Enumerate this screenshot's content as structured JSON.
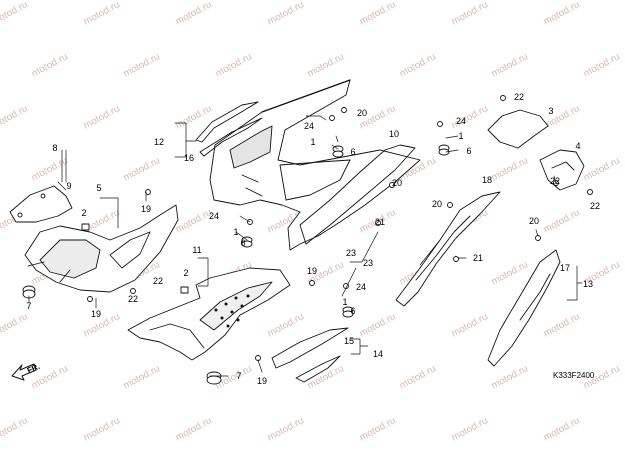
{
  "diagram": {
    "drawing_code": "K333F2400",
    "front_marker": "FR.",
    "watermark": "motod.ru",
    "callouts": [
      "1",
      "2",
      "3",
      "4",
      "5",
      "6",
      "7",
      "8",
      "9",
      "10",
      "11",
      "12",
      "13",
      "14",
      "15",
      "16",
      "17",
      "18",
      "19",
      "20",
      "21",
      "22",
      "23",
      "24"
    ]
  }
}
